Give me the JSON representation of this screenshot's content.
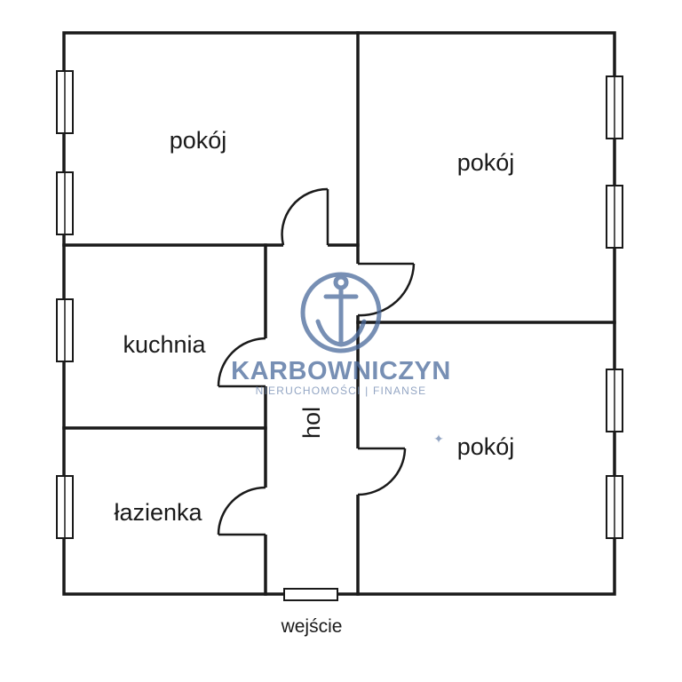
{
  "rooms": {
    "room_top_left": "pokój",
    "room_top_right": "pokój",
    "kitchen": "kuchnia",
    "hall": "hol",
    "room_bottom_right": "pokój",
    "bathroom": "łazienka"
  },
  "entrance": "wejście",
  "watermark": {
    "brand": "KARBOWNICZYN",
    "tagline": "NIERUCHOMOŚCI | FINANSE",
    "color": "#4a6a9c"
  },
  "colors": {
    "walls": "#1a1a1a",
    "background": "#ffffff"
  }
}
